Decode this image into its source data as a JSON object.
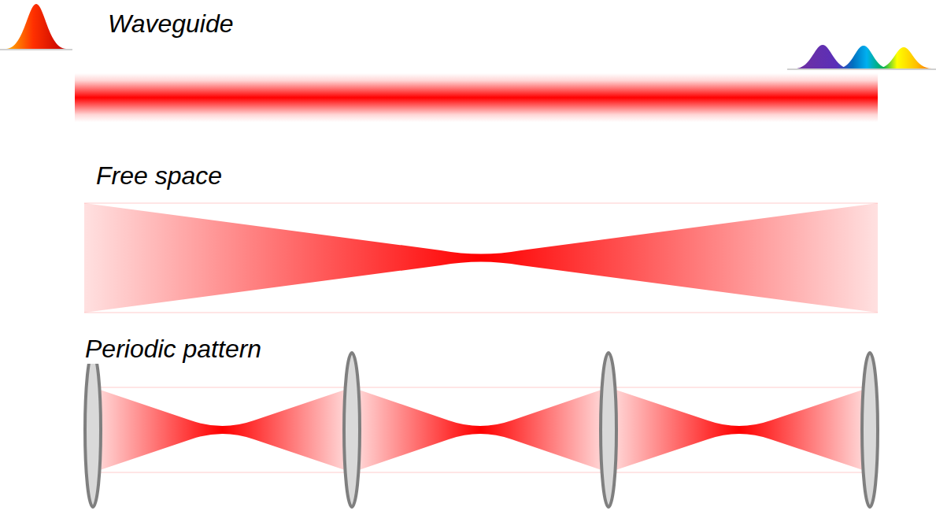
{
  "diagram": {
    "labels": [
      "Waveguide",
      "Free space",
      "Periodic pattern"
    ]
  }
}
